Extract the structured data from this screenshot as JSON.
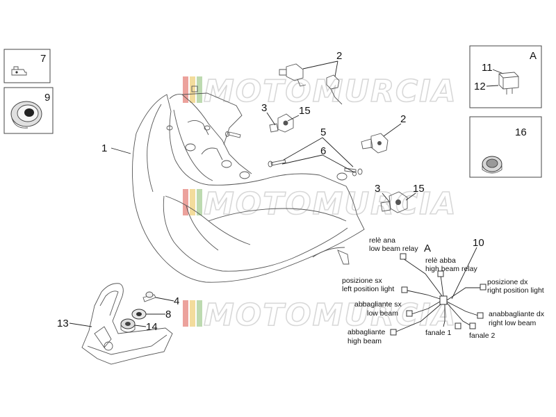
{
  "watermark": {
    "text": "MOTOMURCIA",
    "stripe_colors": [
      "#d9453a",
      "#e8b93a",
      "#7bb661",
      "#f2f2f2"
    ]
  },
  "box_labels": {
    "inset_a": "A",
    "harness_a": "A"
  },
  "part_numbers": {
    "p1": "1",
    "p2_top": "2",
    "p2_mid": "2",
    "p3_top": "3",
    "p3_mid": "3",
    "p4": "4",
    "p5": "5",
    "p6": "6",
    "p7": "7",
    "p8": "8",
    "p9": "9",
    "p10": "10",
    "p11": "11",
    "p12": "12",
    "p13": "13",
    "p14": "14",
    "p15_top": "15",
    "p15_mid": "15",
    "p16": "16"
  },
  "harness_labels": {
    "rele_ana": "relè ana",
    "low_beam_relay": "low beam relay",
    "rele_abba": "relè abba",
    "high_beam_relay": "high beam relay",
    "posizione_sx": "posizione sx",
    "left_position_light": "left position light",
    "abbagliante_sx": "abbagliante sx",
    "low_beam": "low beam",
    "abbagliante": "abbagliante",
    "high_beam": "high beam",
    "fanale_1": "fanale 1",
    "fanale_2": "fanale 2",
    "posizione_dx": "posizione dx",
    "right_position_light": "right position light",
    "anabbagliante_dx": "anabbagliante dx",
    "right_low_beam": "right low beam"
  }
}
